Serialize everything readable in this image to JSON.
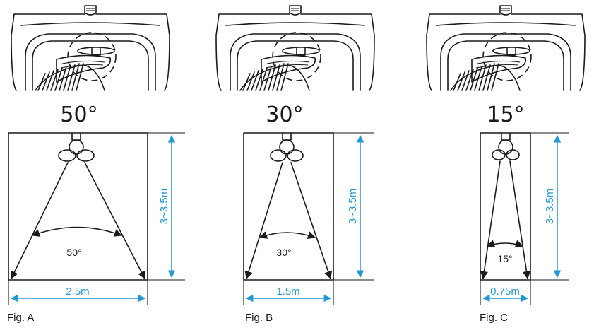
{
  "colors": {
    "ink": "#1a1a1a",
    "dimension": "#1e9ad6",
    "background": "#ffffff"
  },
  "figures": [
    {
      "id": "A",
      "angle_label": "50°",
      "beam_label": "50°",
      "height_label": "3~3.5m",
      "width_label": "2.5m",
      "caption": "Fig. A"
    },
    {
      "id": "B",
      "angle_label": "30°",
      "beam_label": "30°",
      "height_label": "3~3.5m",
      "width_label": "1.5m",
      "caption": "Fig. B"
    },
    {
      "id": "C",
      "angle_label": "15°",
      "beam_label": "15°",
      "height_label": "3~3.5m",
      "width_label": "0.75m",
      "caption": "Fig. C"
    }
  ]
}
